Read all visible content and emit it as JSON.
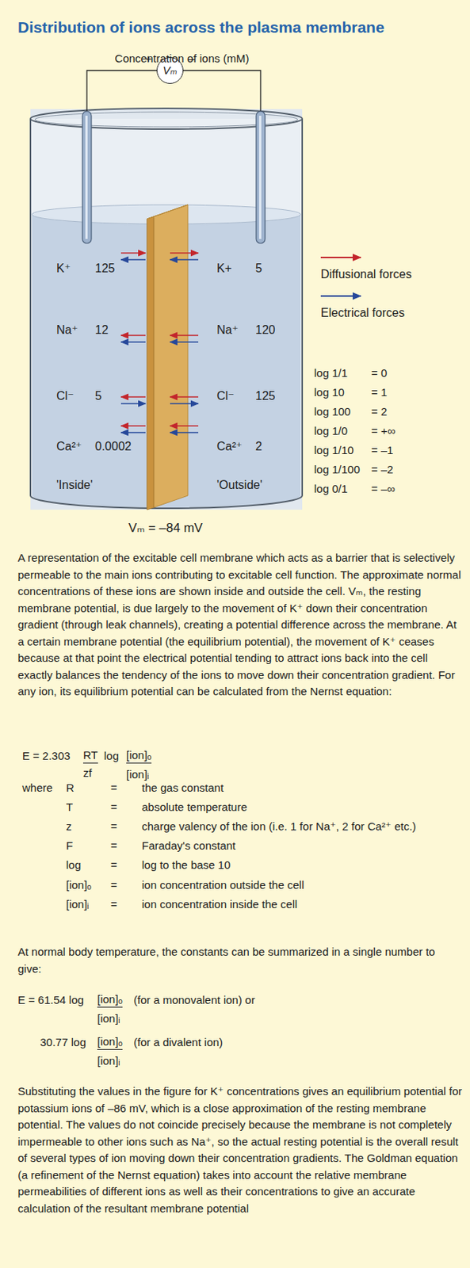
{
  "diagram": {
    "title": "Distribution of ions across the plasma membrane",
    "caption": "A representation of the excitable cell membrane which acts as a barrier that is selectively permeable to the main ions contributing to excitable cell function. The approximate normal concentrations of these ions are shown inside and outside the cell. Vₘ, the resting membrane potential, is due largely to the movement of K⁺ down their concentration gradient (through leak channels), creating a potential difference across the membrane. At a certain membrane potential (the equilibrium potential), the movement of K⁺ ceases because at that point the electrical potential tending to attract ions back into the cell exactly balances the tendency of the ions to move down their concentration gradient. For any ion, its equilibrium potential can be calculated from the Nernst equation:",
    "nodes": [
      {
        "text": [
          "Vₘ"
        ]
      }
    ],
    "labels": [
      "Concentration of ions (mM)",
      "+",
      "–",
      "K⁺",
      "125",
      "Na⁺",
      "12",
      "Cl⁻",
      "5",
      "Ca²⁺",
      "0.0002",
      "K+",
      "5",
      "Na⁺",
      "120",
      "Cl⁻",
      "125",
      "Ca²⁺",
      "2",
      "'Inside'",
      "'Outside'",
      "log 1/1",
      "= 0",
      "log 10",
      "= 1",
      "log 100",
      "= 2",
      "log 1/0",
      "= +∞",
      "log 1/10",
      "= –1",
      "log 1/100",
      "= –2",
      "log 0/1",
      "= –∞",
      "Vₘ = –84 mV",
      "E = 2.303",
      "RT",
      "zf",
      "log",
      "[ion]ₒ",
      "[ion]ᵢ",
      "where",
      "R",
      "=",
      "the gas constant",
      "T",
      "=",
      "absolute temperature",
      "z",
      "=",
      "charge valency of the ion (i.e. 1 for Na⁺, 2 for Ca²⁺ etc.)",
      "F",
      "=",
      "Faraday's constant",
      "log",
      "=",
      "log to the base 10",
      "[ion]ₒ",
      "=",
      "ion concentration outside the cell",
      "[ion]ᵢ",
      "=",
      "ion concentration inside the cell",
      "At normal body temperature, the constants can be summarized in a single number to give:",
      "E = 61.54 log",
      "[ion]ₒ",
      "(for a monovalent ion) or",
      "[ion]ᵢ",
      "30.77 log",
      "[ion]ₒ",
      "(for a divalent ion)",
      "[ion]ᵢ",
      "Substituting the values in the figure for K⁺ concentrations gives an equilibrium potential for potassium ions of –86 mV, which is a close approximation of the resting membrane potential. The values do not coincide precisely because the membrane is not completely impermeable to other ions such as Na⁺, so the actual resting potential is the overall result of several types of ion moving down their concentration gradients. The Goldman equation (a refinement of the Nernst equation) takes into account the relative membrane permeabilities of different ions as well as their concentrations to give an accurate calculation of the resultant membrane potential"
    ],
    "legend": [
      {
        "text": "Diffusional forces"
      },
      {
        "text": "Electrical forces"
      }
    ]
  }
}
